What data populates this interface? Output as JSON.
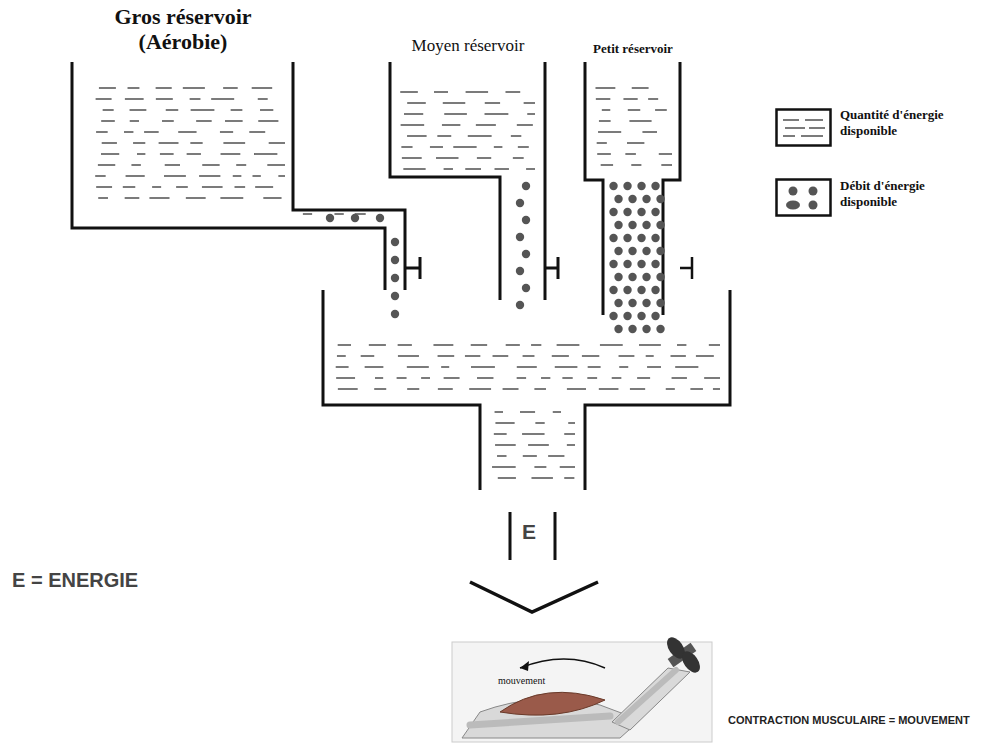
{
  "diagram": {
    "nodes": [
      {
        "text": [
          "Gros réservoir (Aérobie)"
        ]
      },
      {
        "text": [
          "Moyen réservoir"
        ]
      },
      {
        "text": [
          "Petit réservoir"
        ]
      }
    ],
    "labels": [
      "E = ENERGIE",
      "E",
      "mouvement",
      "CONTRACTION MUSCULAIRE = MOUVEMENT"
    ],
    "legend": [
      {
        "text": "Quantité d'énergie disponible"
      },
      {
        "text": "Débit d'énergie disponible"
      }
    ]
  }
}
